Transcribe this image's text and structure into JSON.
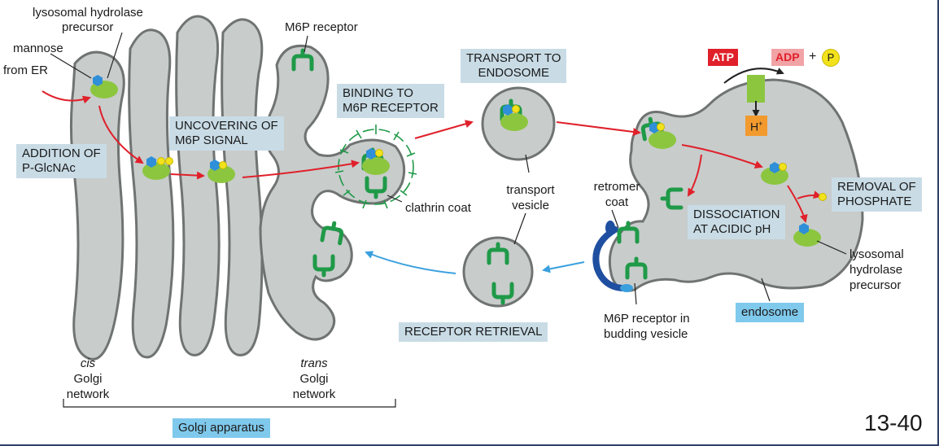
{
  "labels": {
    "hydrolase_precursor_1": "lysosomal hydrolase",
    "hydrolase_precursor_2": "precursor",
    "mannose": "mannose",
    "from_er": "from ER",
    "m6p_receptor": "M6P receptor",
    "clathrin_coat": "clathrin coat",
    "transport_vesicle_1": "transport",
    "transport_vesicle_2": "vesicle",
    "retromer_coat_1": "retromer",
    "retromer_coat_2": "coat",
    "hydrolase_right_1": "lysosomal",
    "hydrolase_right_2": "hydrolase",
    "hydrolase_right_3": "precursor",
    "budding_1": "M6P receptor in",
    "budding_2": "budding vesicle",
    "cis": "cis",
    "cis_golgi": "Golgi",
    "cis_network": "network",
    "trans": "trans",
    "trans_golgi": "Golgi",
    "trans_network": "network",
    "atp": "ATP",
    "adp": "ADP",
    "plus": "+",
    "p": "P",
    "h": "H",
    "h_sup": "+"
  },
  "boxes": {
    "addition_1": "ADDITION OF",
    "addition_2": "P-GlcNAc",
    "uncovering_1": "UNCOVERING OF",
    "uncovering_2": "M6P SIGNAL",
    "binding_1": "BINDING TO",
    "binding_2": "M6P RECEPTOR",
    "transport_1": "TRANSPORT TO",
    "transport_2": "ENDOSOME",
    "removal_1": "REMOVAL OF",
    "removal_2": "PHOSPHATE",
    "dissociation_1": "DISSOCIATION",
    "dissociation_2": "AT ACIDIC pH",
    "receptor_retrieval": "RECEPTOR RETRIEVAL",
    "endosome": "endosome",
    "golgi_apparatus": "Golgi apparatus"
  },
  "figure_number": "13-40",
  "colors": {
    "organelle_fill": "#c8cccb",
    "organelle_stroke": "#6f7472",
    "receptor": "#1f9a48",
    "hydrolase": "#8cc63f",
    "mannose": "#2f8fd8",
    "phosphate": "#f2e21b",
    "forward_arrow": "#e0202a",
    "retrieval_arrow": "#3aa0dd",
    "retromer": "#1f4fa0",
    "label_box": "#c9dce6",
    "label_box_blue": "#7fc9ec",
    "atp": "#e0202a",
    "adp": "#f1a3a6",
    "h_box": "#f29a2e"
  }
}
